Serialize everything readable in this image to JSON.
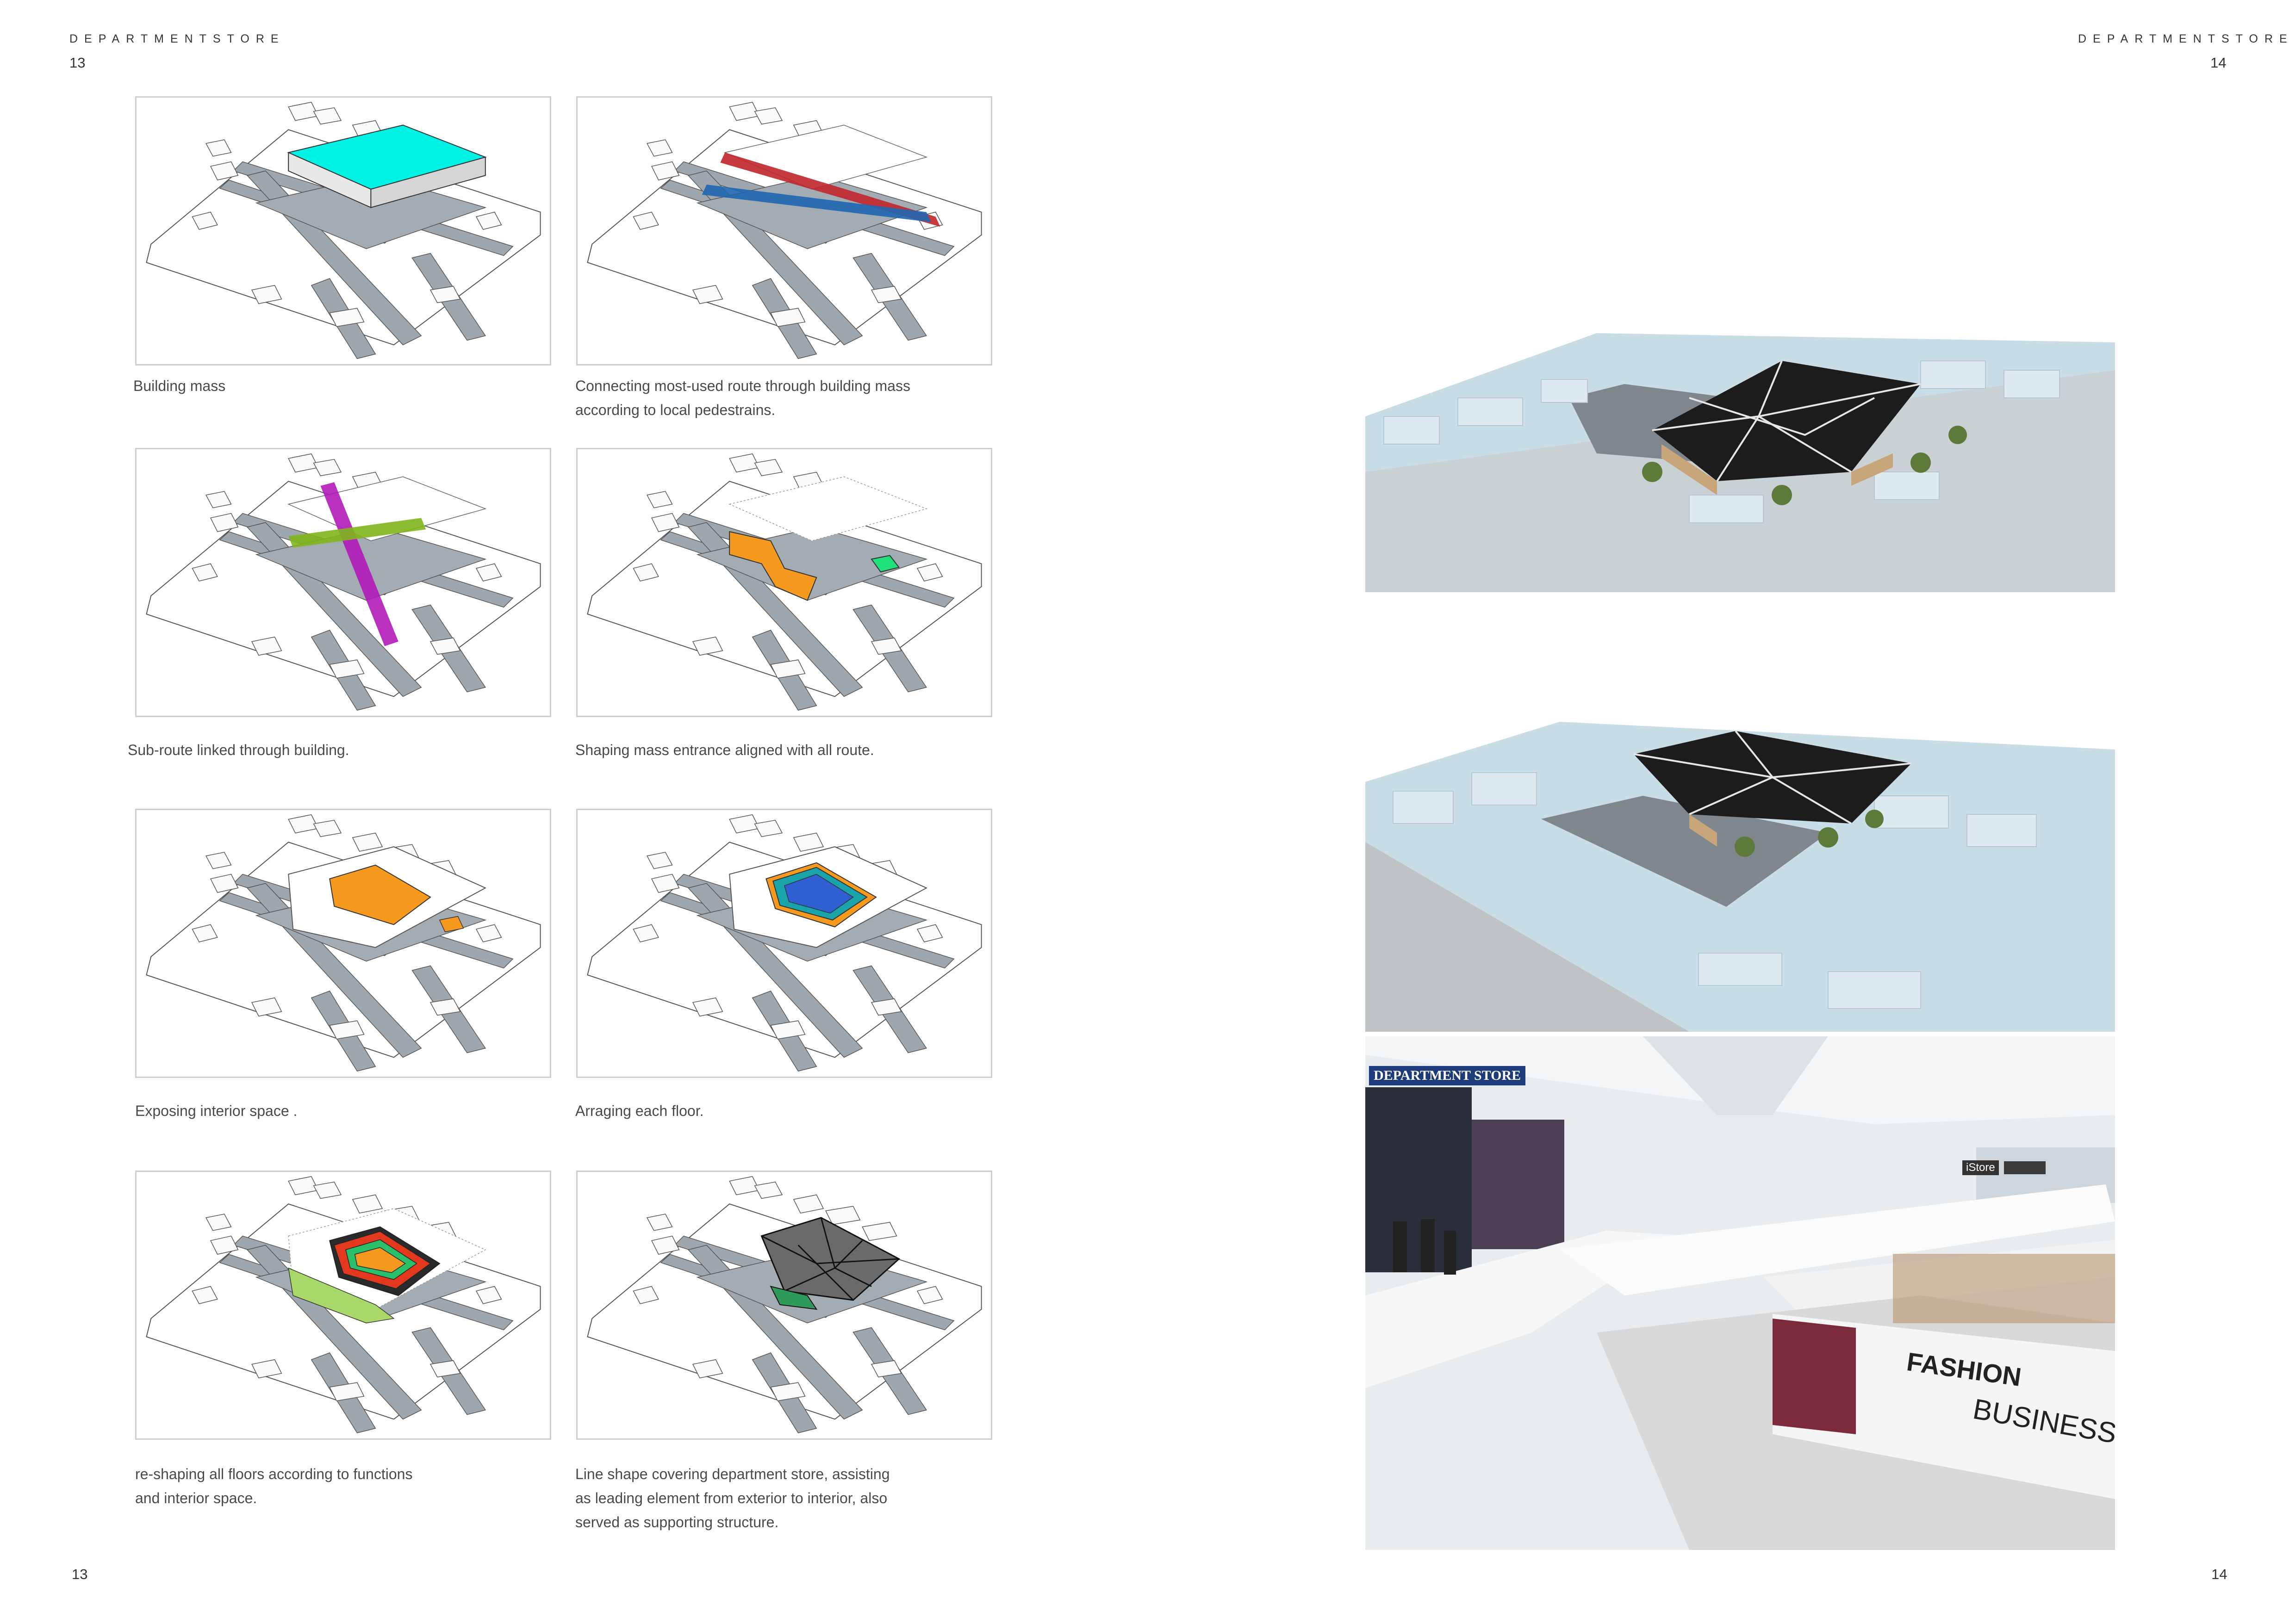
{
  "header": {
    "left_title": "DEPARTMENTSTORE",
    "right_title": "DEPARTMENTSTORE",
    "left_page": "13",
    "right_page": "14"
  },
  "footer": {
    "left_page": "13",
    "right_page": "14"
  },
  "diagrams": [
    {
      "caption": [
        "Building mass"
      ],
      "accent": "#00f2e4"
    },
    {
      "caption": [
        "Connecting most-used route through building mass",
        "according to local pedestrains."
      ],
      "accent": "#c0262b"
    },
    {
      "caption": [
        "Sub-route linked through building."
      ],
      "accent": "#b21ab8"
    },
    {
      "caption": [
        "Shaping mass entrance aligned with all route."
      ],
      "accent": "#f59a1f"
    },
    {
      "caption": [
        "Exposing interior space ."
      ],
      "accent": "#f59a1f"
    },
    {
      "caption": [
        "Arraging each floor."
      ],
      "accent": "#1aa3a8"
    },
    {
      "caption": [
        "re-shaping all floors according to functions",
        "and interior space."
      ],
      "accent": "#e2381e"
    },
    {
      "caption": [
        "Line shape covering department store, assisting",
        "as leading element from exterior to interior, also",
        "served as supporting structure."
      ],
      "accent": "#2a2a2a"
    }
  ],
  "interior": {
    "sign_department": "DEPARTMENT STORE",
    "sign_istore": "iStore",
    "banner_fashion": "FASHION",
    "banner_business": "BUSINESS"
  },
  "colors": {
    "road": "#9ea7ae",
    "block": "#ffffff",
    "model_sky": "#c9dde7",
    "roof": "#1c1c1c"
  }
}
